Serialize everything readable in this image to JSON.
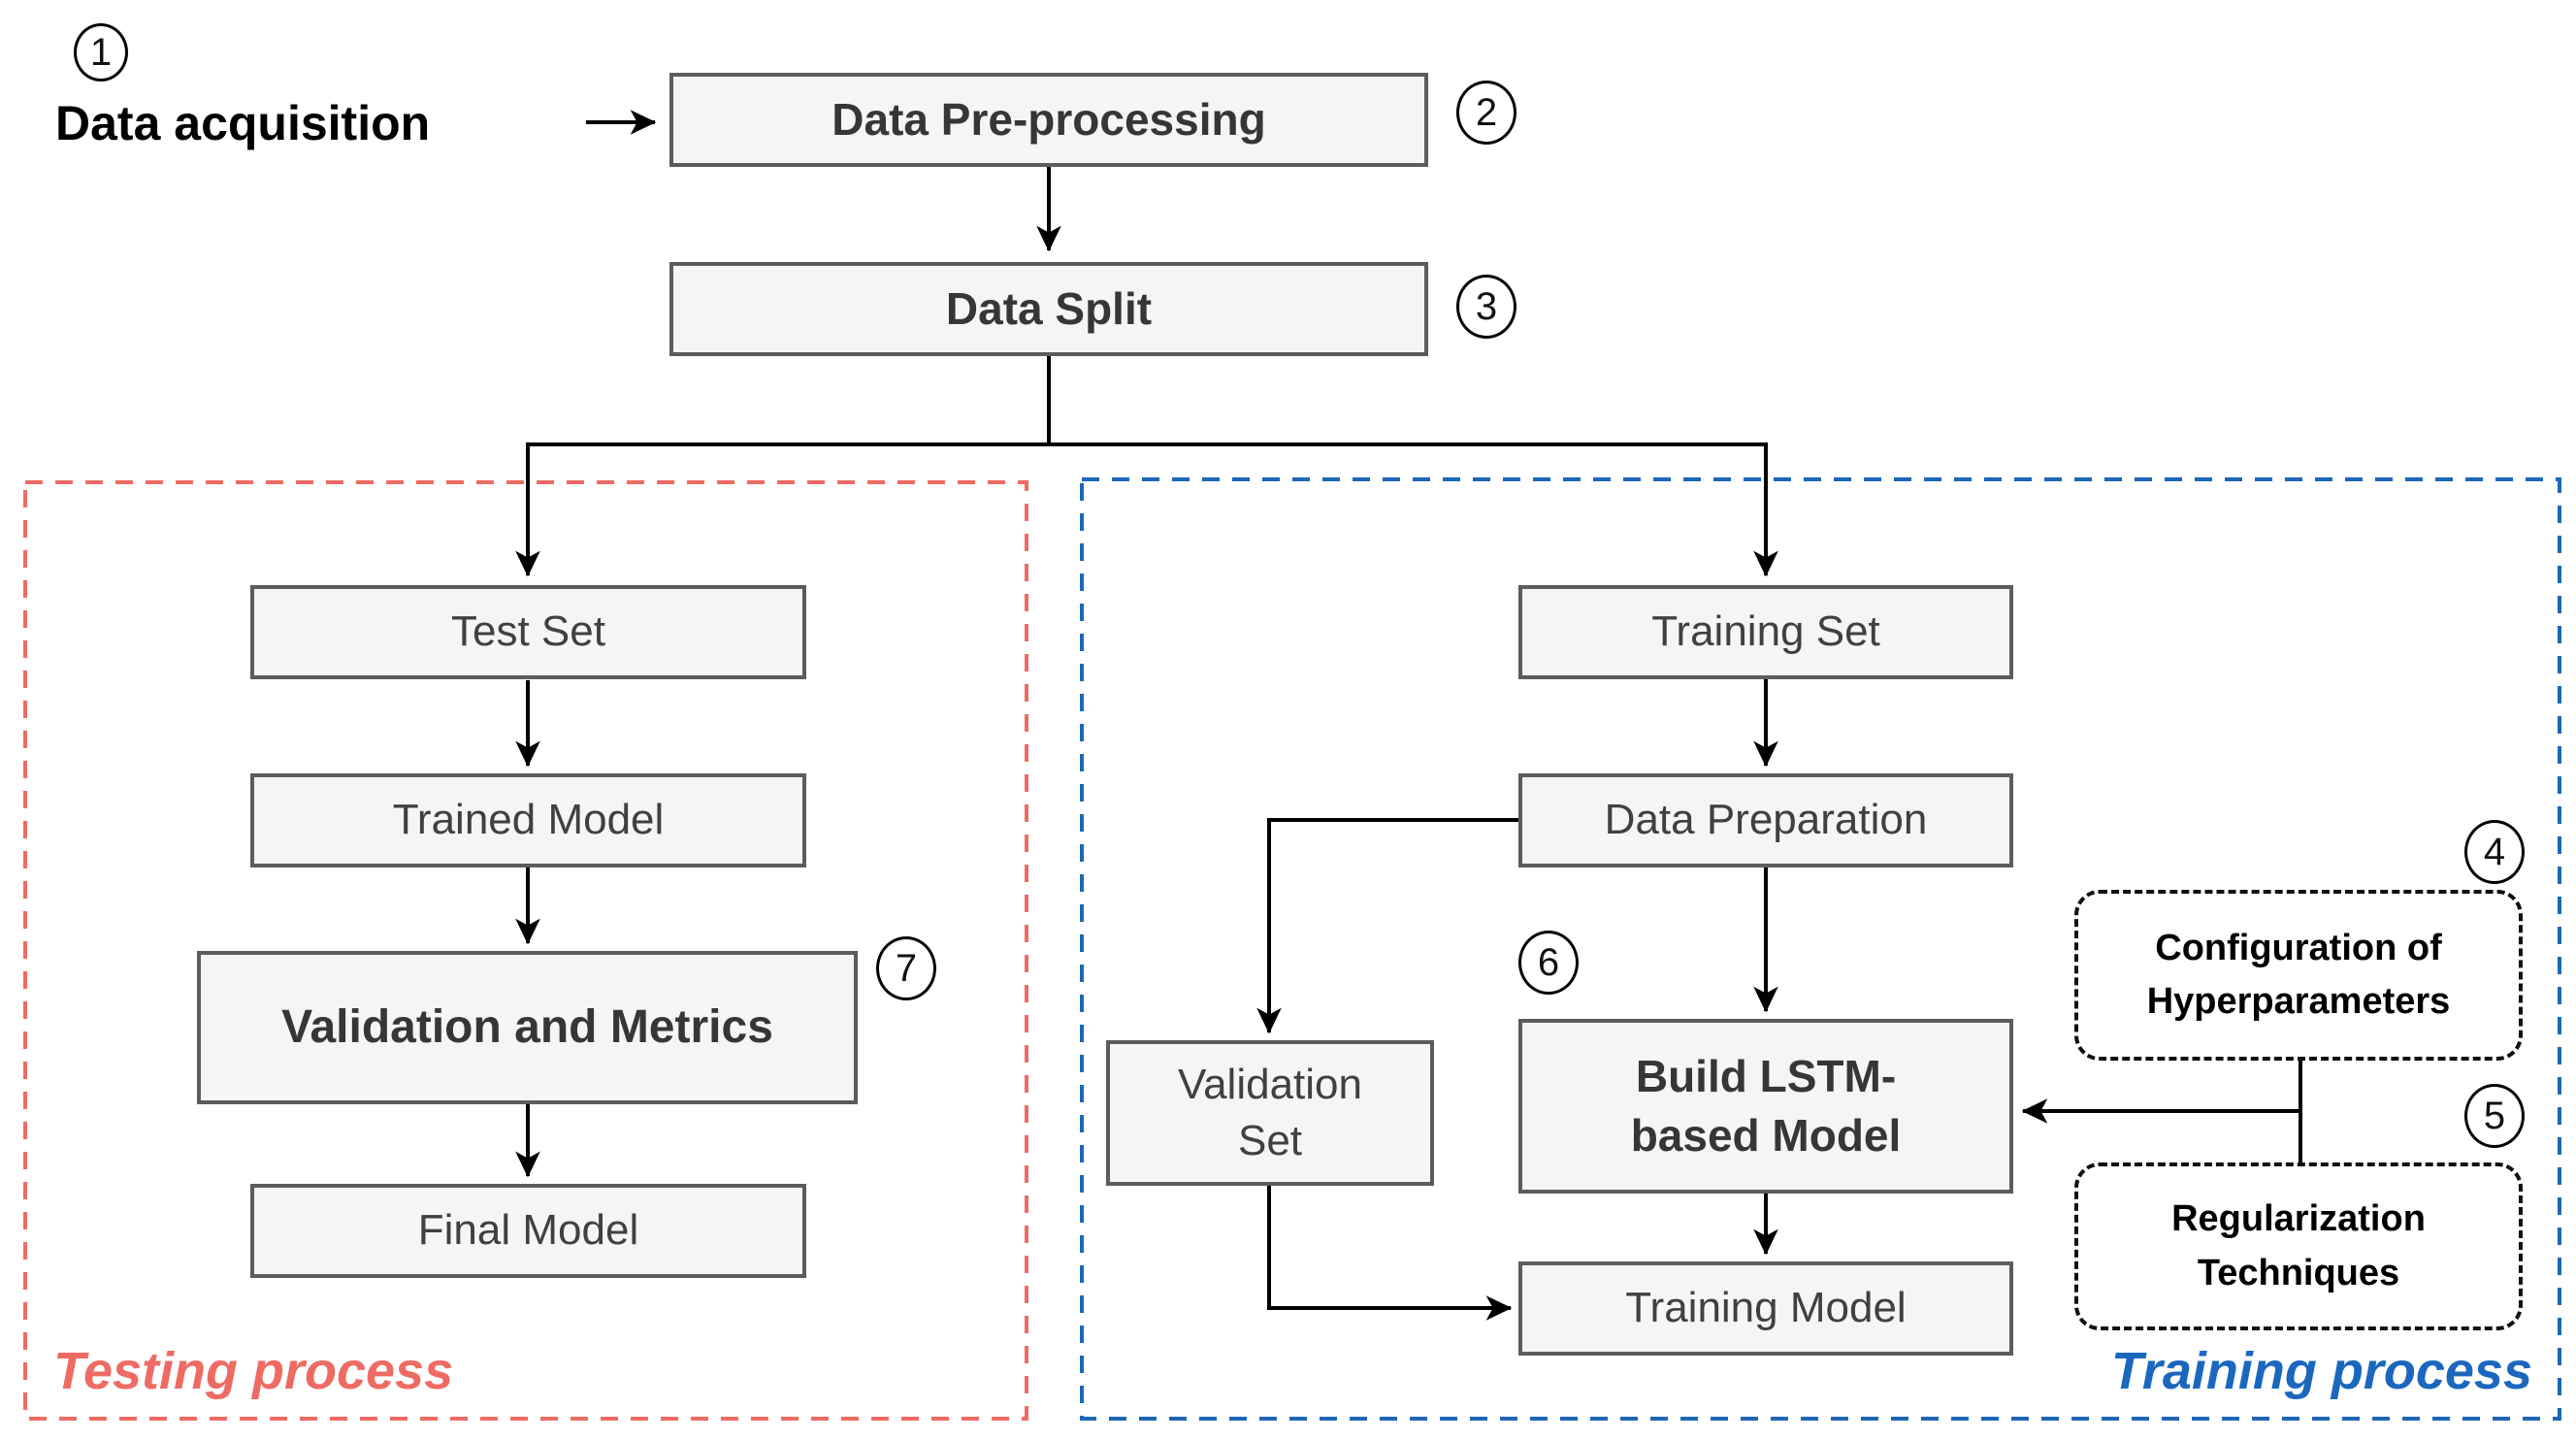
{
  "source": {
    "label": "Data acquisition"
  },
  "badges": {
    "b1": "1",
    "b2": "2",
    "b3": "3",
    "b4": "4",
    "b5": "5",
    "b6": "6",
    "b7": "7"
  },
  "nodes": {
    "data_preprocessing": {
      "label": "Data Pre-processing"
    },
    "data_split": {
      "label": "Data Split"
    },
    "test_set": {
      "label": "Test Set"
    },
    "trained_model": {
      "label": "Trained Model"
    },
    "validation_metrics": {
      "label": "Validation and Metrics"
    },
    "final_model": {
      "label": "Final Model"
    },
    "training_set": {
      "label": "Training Set"
    },
    "data_preparation": {
      "label": "Data Preparation"
    },
    "validation_set": {
      "line1": "Validation",
      "line2": "Set"
    },
    "build_lstm": {
      "line1": "Build LSTM-",
      "line2": "based Model"
    },
    "training_model": {
      "label": "Training Model"
    },
    "config_hyperparameters": {
      "line1": "Configuration of",
      "line2": "Hyperparameters"
    },
    "regularization": {
      "line1": "Regularization",
      "line2": "Techniques"
    }
  },
  "regions": {
    "testing": {
      "label": "Testing process"
    },
    "training": {
      "label": "Training process"
    }
  },
  "colors": {
    "testing_red": "#ee6b64",
    "training_blue": "#1c67b8",
    "node_fill": "#f5f5f5",
    "node_border": "#5c5c5c",
    "connector_black": "#000000"
  }
}
